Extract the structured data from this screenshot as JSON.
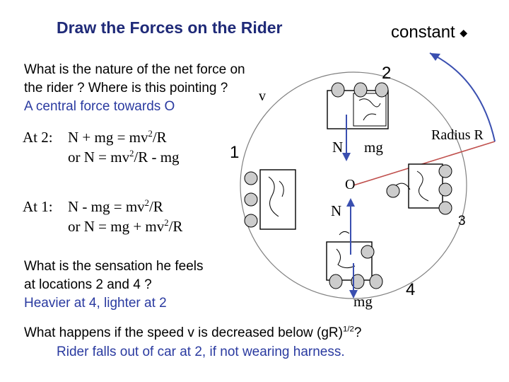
{
  "title": "Draw the Forces on the Rider",
  "constant_label": "constant",
  "question1": {
    "line1": "What is the nature of the net force on",
    "line2": "the rider ? Where is this pointing ?",
    "answer": "A central force towards O"
  },
  "at2": {
    "label": "At 2:",
    "eq1_pre": "N + mg = mv",
    "eq1_exp": "2",
    "eq1_post": "/R",
    "eq2_pre": "or N = mv",
    "eq2_exp": "2",
    "eq2_post": "/R - mg"
  },
  "at1": {
    "label": "At 1:",
    "eq1": "N - mg = mv",
    "eq1_exp": "2",
    "eq1_post": "/R",
    "eq2_pre": "or N = mg + mv",
    "eq2_exp": "2",
    "eq2_post": "/R"
  },
  "question2": {
    "line1": "What is the sensation he feels",
    "line2": "at locations 2 and 4 ?",
    "answer": "Heavier at 4, lighter at 2"
  },
  "question3": {
    "text_pre": "What happens if the  speed v is decreased below (gR)",
    "text_exp": "1/2",
    "text_post": "?",
    "answer": "Rider falls out of car at 2, if not wearing harness."
  },
  "diagram": {
    "v_label": "v",
    "pos1": "1",
    "pos2": "2",
    "pos3": "3",
    "pos4": "4",
    "radius_label": "Radius R",
    "center_label": "O",
    "n_top": "N",
    "mg_top": "mg",
    "n_bottom": "N",
    "mg_bottom": "mg"
  },
  "colors": {
    "title": "#1f2a78",
    "blue_text": "#2a3aa0",
    "force_arrow": "#3a4fb0",
    "radius_line": "#c0504d",
    "circle": "#808080"
  }
}
